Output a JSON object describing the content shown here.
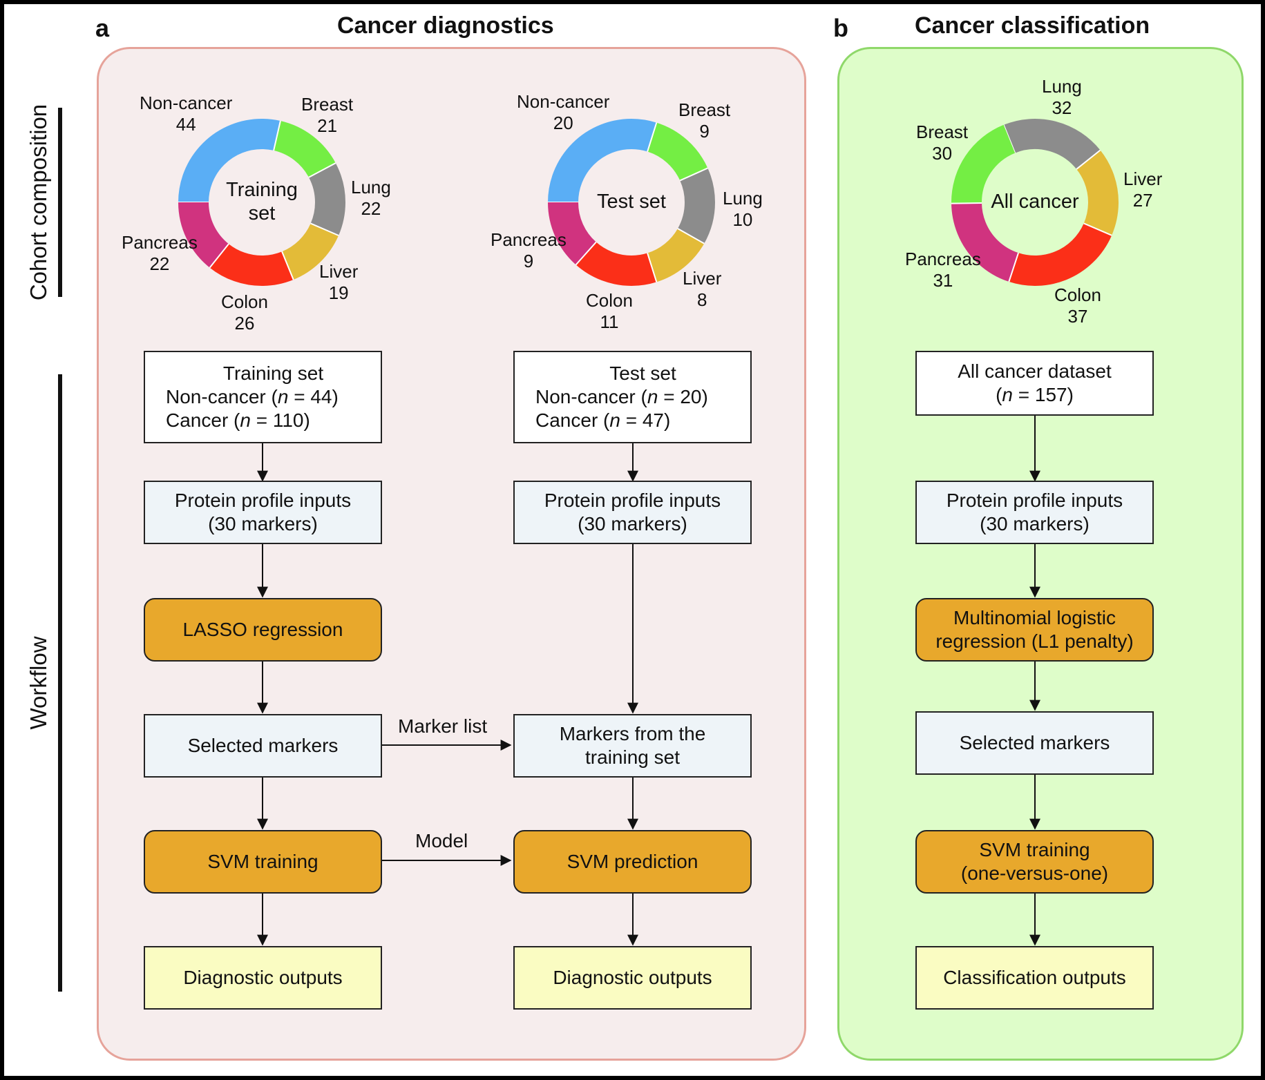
{
  "panel_a": {
    "label": "a",
    "title": "Cancer diagnostics",
    "background_color": "#f6eded",
    "training_donut": {
      "center": [
        "Training",
        "set"
      ],
      "segments": [
        {
          "name": "Non-cancer",
          "value": "44",
          "color": "#5aaef5"
        },
        {
          "name": "Breast",
          "value": "21",
          "color": "#74ee44"
        },
        {
          "name": "Lung",
          "value": "22",
          "color": "#8c8c8c"
        },
        {
          "name": "Liver",
          "value": "19",
          "color": "#e3bb38"
        },
        {
          "name": "Colon",
          "value": "26",
          "color": "#fb2f18"
        },
        {
          "name": "Pancreas",
          "value": "22",
          "color": "#d0337f"
        }
      ]
    },
    "test_donut": {
      "center": [
        "Test set"
      ],
      "segments": [
        {
          "name": "Non-cancer",
          "value": "20",
          "color": "#5aaef5"
        },
        {
          "name": "Breast",
          "value": "9",
          "color": "#74ee44"
        },
        {
          "name": "Lung",
          "value": "10",
          "color": "#8c8c8c"
        },
        {
          "name": "Liver",
          "value": "8",
          "color": "#e3bb38"
        },
        {
          "name": "Colon",
          "value": "11",
          "color": "#fb2f18"
        },
        {
          "name": "Pancreas",
          "value": "9",
          "color": "#d0337f"
        }
      ]
    },
    "training_flow": {
      "input_title": "Training set",
      "input_noncancer_prefix": "Non-cancer (",
      "input_noncancer_n": "n",
      "input_noncancer_suffix": " = 44)",
      "input_cancer_prefix": "Cancer (",
      "input_cancer_n": "n",
      "input_cancer_suffix": " = 110)",
      "profile_line1": "Protein profile inputs",
      "profile_line2": "(30 markers)",
      "lasso": "LASSO regression",
      "selected": "Selected markers",
      "svm": "SVM training",
      "output": "Diagnostic outputs"
    },
    "test_flow": {
      "input_title": "Test set",
      "input_noncancer_prefix": "Non-cancer (",
      "input_noncancer_n": "n",
      "input_noncancer_suffix": " = 20)",
      "input_cancer_prefix": "Cancer (",
      "input_cancer_n": "n",
      "input_cancer_suffix": " = 47)",
      "profile_line1": "Protein profile inputs",
      "profile_line2": "(30 markers)",
      "markers_line1": "Markers from the",
      "markers_line2": "training set",
      "svm": "SVM prediction",
      "output": "Diagnostic outputs"
    },
    "arrow_marker_list": "Marker list",
    "arrow_model": "Model"
  },
  "panel_b": {
    "label": "b",
    "title": "Cancer classification",
    "background_color": "#defdc9",
    "donut": {
      "center": [
        "All cancer"
      ],
      "segments": [
        {
          "name": "Lung",
          "value": "32",
          "color": "#8c8c8c"
        },
        {
          "name": "Liver",
          "value": "27",
          "color": "#e3bb38"
        },
        {
          "name": "Colon",
          "value": "37",
          "color": "#fb2f18"
        },
        {
          "name": "Pancreas",
          "value": "31",
          "color": "#d0337f"
        },
        {
          "name": "Breast",
          "value": "30",
          "color": "#74ee44"
        }
      ]
    },
    "flow": {
      "input_line1": "All cancer dataset",
      "input_prefix": "(",
      "input_n": "n",
      "input_suffix": " = 157)",
      "profile_line1": "Protein profile inputs",
      "profile_line2": "(30 markers)",
      "model_line1": "Multinomial logistic",
      "model_line2": "regression (L1 penalty)",
      "selected": "Selected markers",
      "svm_line1": "SVM training",
      "svm_line2": "(one-versus-one)",
      "output": "Classification outputs"
    }
  },
  "side_labels": {
    "cohort": "Cohort composition",
    "workflow": "Workflow"
  }
}
